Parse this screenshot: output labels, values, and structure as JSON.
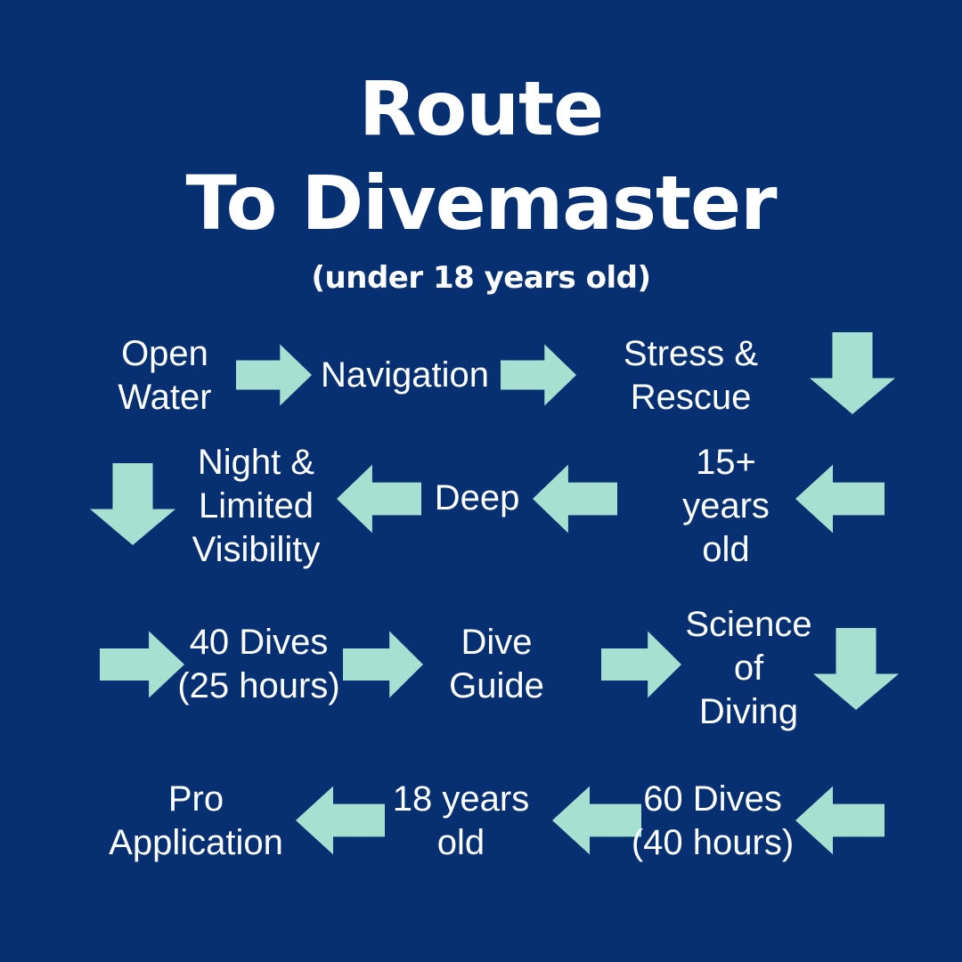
{
  "theme": {
    "background_color": "#063072",
    "arrow_color": "#A5E0D0",
    "text_color": "#FFFFFF"
  },
  "title": {
    "line1": "Route",
    "line2": "To Divemaster",
    "subtitle": "(under 18 years old)"
  },
  "chart_data": {
    "type": "flowchart",
    "title": "Route To Divemaster (under 18 years old)",
    "direction": "boustrophedon (row 1 left-to-right, row 2 right-to-left, row 3 left-to-right, row 4 right-to-left)",
    "steps": [
      "Open Water",
      "Navigation",
      "Stress & Rescue",
      "15+ years old",
      "Deep",
      "Night & Limited Visibility",
      "40 Dives (25 hours)",
      "Dive Guide",
      "Science of Diving",
      "60 Dives (40 hours)",
      "18 years old",
      "Pro Application"
    ]
  },
  "rows": [
    {
      "id": "row-1",
      "nodes": [
        {
          "label": "Open\nWater"
        },
        {
          "label": "Navigation"
        },
        {
          "label": "Stress &\nRescue"
        }
      ],
      "arrows": [
        "arrow-right",
        "arrow-right",
        "arrow-down"
      ]
    },
    {
      "id": "row-2",
      "nodes": [
        {
          "label": "Night &\nLimited\nVisibility"
        },
        {
          "label": "Deep"
        },
        {
          "label": "15+\nyears\nold"
        }
      ],
      "arrows": [
        "arrow-down",
        "arrow-left",
        "arrow-left",
        "arrow-left"
      ]
    },
    {
      "id": "row-3",
      "nodes": [
        {
          "label": "40 Dives\n(25 hours)"
        },
        {
          "label": "Dive\nGuide"
        },
        {
          "label": "Science\nof\nDiving"
        }
      ],
      "arrows": [
        "arrow-right",
        "arrow-right",
        "arrow-right",
        "arrow-down"
      ]
    },
    {
      "id": "row-4",
      "nodes": [
        {
          "label": "Pro\nApplication"
        },
        {
          "label": "18 years\nold"
        },
        {
          "label": "60 Dives\n(40 hours)"
        }
      ],
      "arrows": [
        "arrow-left",
        "arrow-left",
        "arrow-left"
      ]
    }
  ]
}
